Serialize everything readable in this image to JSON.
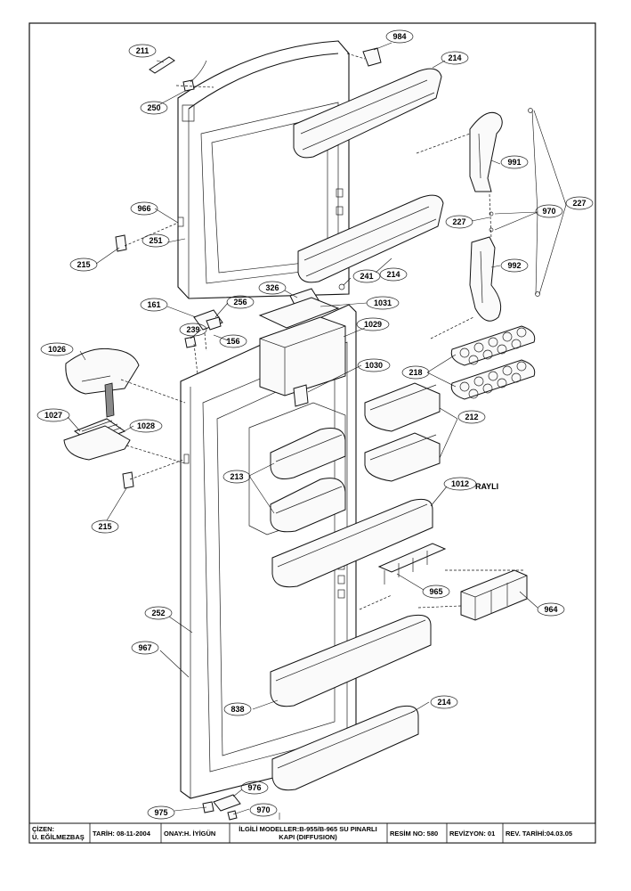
{
  "callouts": {
    "c211": "211",
    "c250": "250",
    "c984": "984",
    "c214a": "214",
    "c991": "991",
    "c227a": "227",
    "c970a": "970",
    "c227b": "227",
    "c992": "992",
    "c966": "966",
    "c251": "251",
    "c215a": "215",
    "c214b": "214",
    "c241": "241",
    "c326": "326",
    "c1031": "1031",
    "c161": "161",
    "c256": "256",
    "c239": "239",
    "c156": "156",
    "c1029": "1029",
    "c1026": "1026",
    "c1030": "1030",
    "c218": "218",
    "c1027": "1027",
    "c1028": "1028",
    "c212": "212",
    "c213": "213",
    "c1012": "1012",
    "c215b": "215",
    "c965": "965",
    "c964": "964",
    "c252": "252",
    "c967": "967",
    "c838": "838",
    "c214c": "214",
    "c976": "976",
    "c975": "975",
    "c970b": "970"
  },
  "annotations": {
    "rayli": "RAYLI"
  },
  "title_block": {
    "cizen_label": "ÇİZEN:",
    "cizen_value": "Ü. EĞİLMEZBAŞ",
    "tarih": "TARİH: 08-11-2004",
    "onay": "ONAY:H. İYİGÜN",
    "models_line1": "İLGİLİ MODELLER:B-955/B-965 SU PINARLI",
    "models_line2": "KAPI (DIFFUSION)",
    "resim": "RESİM NO: 580",
    "revizyon": "REVİZYON: 01",
    "rev_tarihi": "REV. TARİHİ:04.03.05"
  }
}
